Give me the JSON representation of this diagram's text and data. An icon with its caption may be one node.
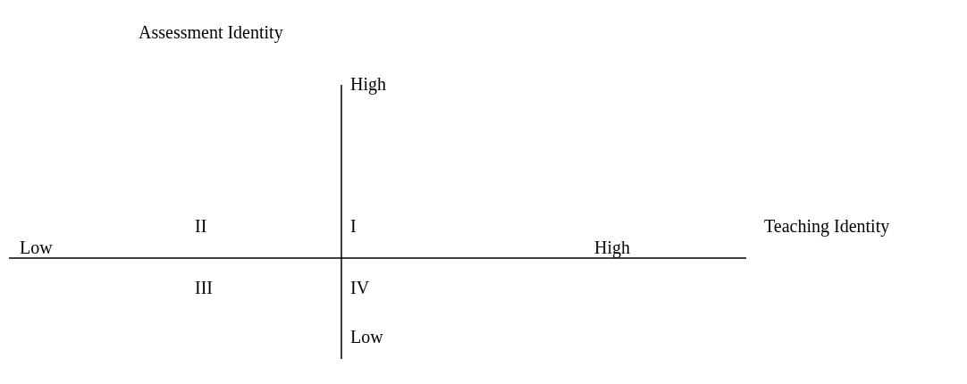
{
  "diagram": {
    "labels": [
      "Assessment Identity",
      "High",
      "II",
      "I",
      "Teaching Identity",
      "Low",
      "High",
      "III",
      "IV",
      "Low"
    ]
  }
}
